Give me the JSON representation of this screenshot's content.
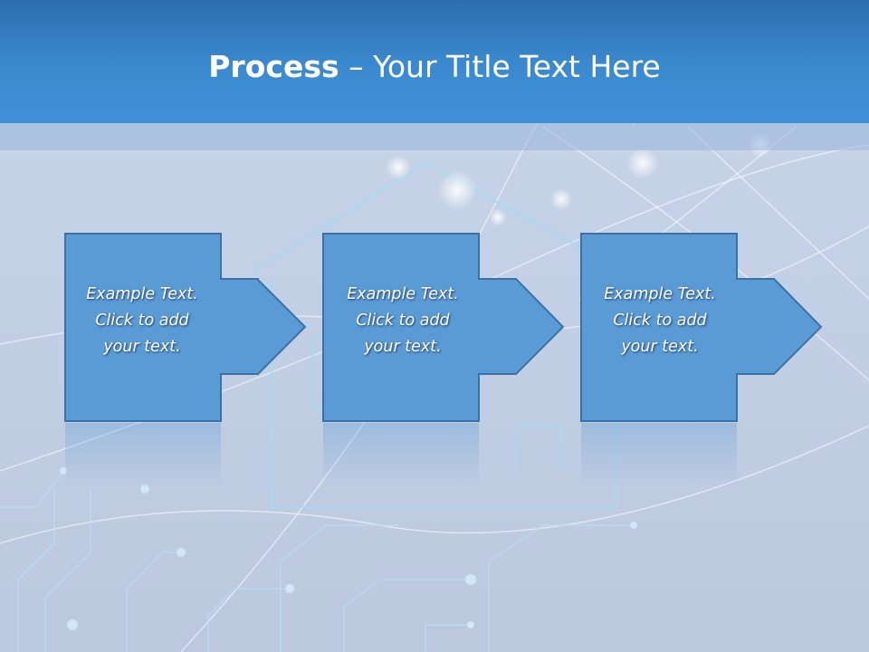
{
  "slide": {
    "title_bold": "Process",
    "title_rest": " – Your Title Text Here"
  },
  "steps": [
    {
      "line1": "Example Text.",
      "line2": "Click  to add",
      "line3": "your text."
    },
    {
      "line1": "Example Text.",
      "line2": "Click  to add",
      "line3": "your text."
    },
    {
      "line1": "Example Text.",
      "line2": "Click  to add",
      "line3": "your text."
    }
  ],
  "colors": {
    "header": "#3b8ad0",
    "box_fill": "#5b9bd5",
    "box_border": "#3a72a8",
    "background": "#c6d2e8"
  },
  "icons": [
    "arrow-right-icon",
    "house-outline-icon",
    "circuit-lines"
  ]
}
